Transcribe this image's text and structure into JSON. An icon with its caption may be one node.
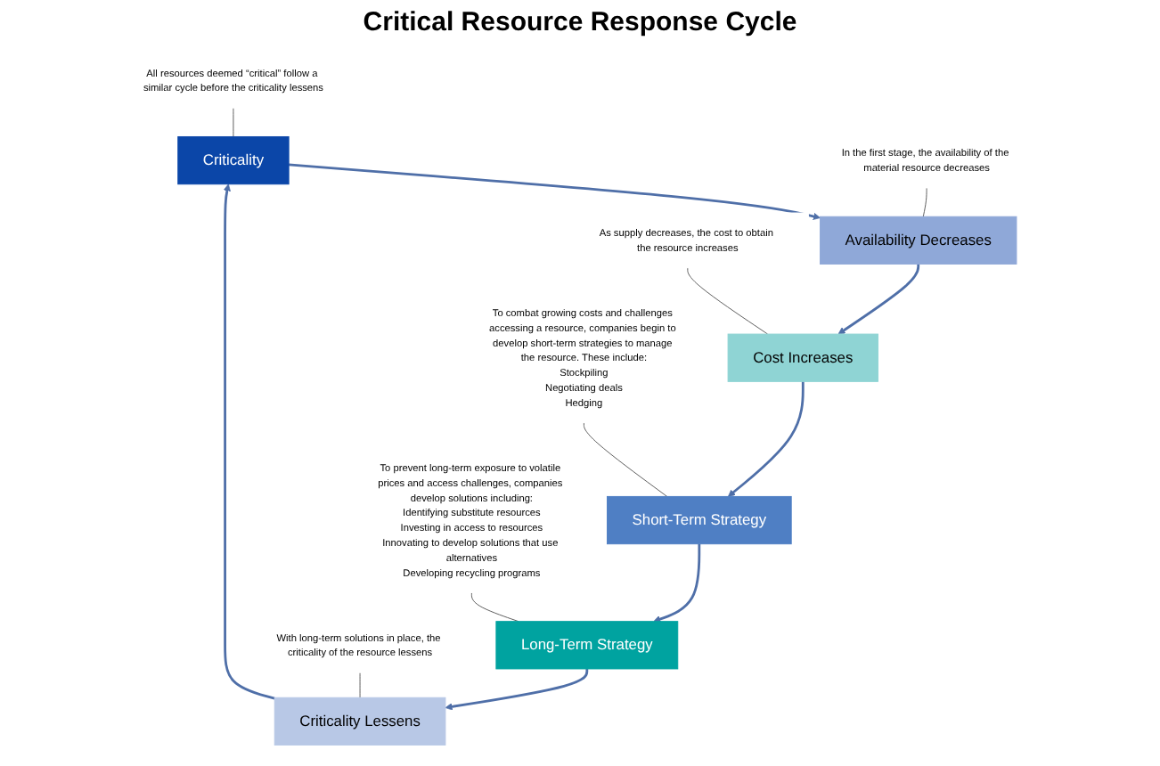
{
  "diagram": {
    "nodes": [
      {
        "text": [
          "Criticality"
        ]
      },
      {
        "text": [
          "Availability Decreases"
        ]
      },
      {
        "text": [
          "Cost Increases"
        ]
      },
      {
        "text": [
          "Short-Term Strategy"
        ]
      },
      {
        "text": [
          "Long-Term Strategy"
        ]
      },
      {
        "text": [
          "Criticality Lessens"
        ]
      },
      {
        "text": [
          "All resources deemed “critical” follow a similar cycle before the criticality lessens"
        ]
      },
      {
        "text": [
          "In the first stage, the availability of the material resource decreases"
        ]
      },
      {
        "text": [
          "As supply decreases, the cost to obtain the resource increases"
        ]
      },
      {
        "text": [
          "With long-term solutions in place, the criticality of the resource lessens"
        ]
      },
      {
        "text": [
          "To combat growing costs and challenges accessing a resource, companies begin to develop short-term strategies to manage the resource. These include:",
          "Stockpiling",
          "Negotiating deals",
          "Hedging"
        ]
      },
      {
        "text": [
          "To prevent long-term exposure to volatile prices and access challenges, companies develop solutions including:",
          "Identifying substitute resources",
          "Investing in access to resources",
          "Innovating to develop solutions that use alternatives",
          "Developing recycling programs"
        ]
      }
    ],
    "edges": [
      {
        "from": 0,
        "to": 1,
        "arrow": "to"
      },
      {
        "from": 1,
        "to": 2,
        "arrow": "to"
      },
      {
        "from": 2,
        "to": 3,
        "arrow": "to"
      },
      {
        "from": 3,
        "to": 4,
        "arrow": "to"
      },
      {
        "from": 4,
        "to": 5,
        "arrow": "to"
      },
      {
        "from": 5,
        "to": 0,
        "arrow": "to"
      },
      {
        "from": 6,
        "to": 0,
        "arrow": "none"
      },
      {
        "from": 7,
        "to": 1,
        "arrow": "none"
      },
      {
        "from": 8,
        "to": 2,
        "arrow": "none"
      },
      {
        "from": 9,
        "to": 5,
        "arrow": "none"
      },
      {
        "from": 10,
        "to": 3,
        "arrow": "none"
      },
      {
        "from": 11,
        "to": 4,
        "arrow": "none"
      }
    ],
    "labels": [
      "Critical Resource Response Cycle"
    ]
  }
}
